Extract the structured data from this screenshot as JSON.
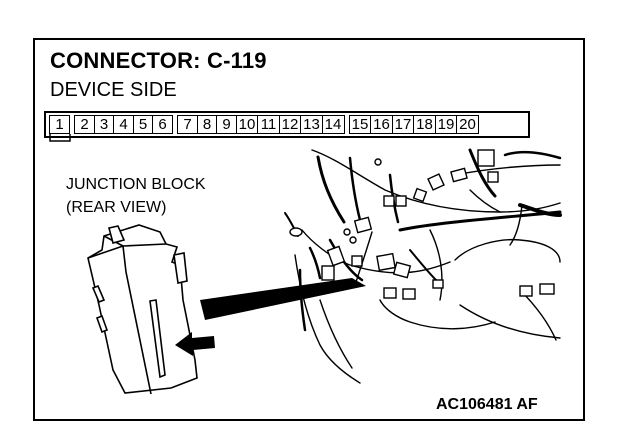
{
  "connector": {
    "title": "CONNECTOR: C-119",
    "subtitle": "DEVICE SIDE",
    "pins": [
      "1",
      "2",
      "3",
      "4",
      "5",
      "6",
      "7",
      "8",
      "9",
      "10",
      "11",
      "12",
      "13",
      "14",
      "15",
      "16",
      "17",
      "18",
      "19",
      "20"
    ]
  },
  "junction_block": {
    "line1": "JUNCTION BLOCK",
    "line2": "(REAR VIEW)"
  },
  "figure_code": "AC106481 AF",
  "icons": [
    "junction-block-illustration",
    "dashboard-wiring-illustration",
    "pointer-arrow-icon"
  ]
}
